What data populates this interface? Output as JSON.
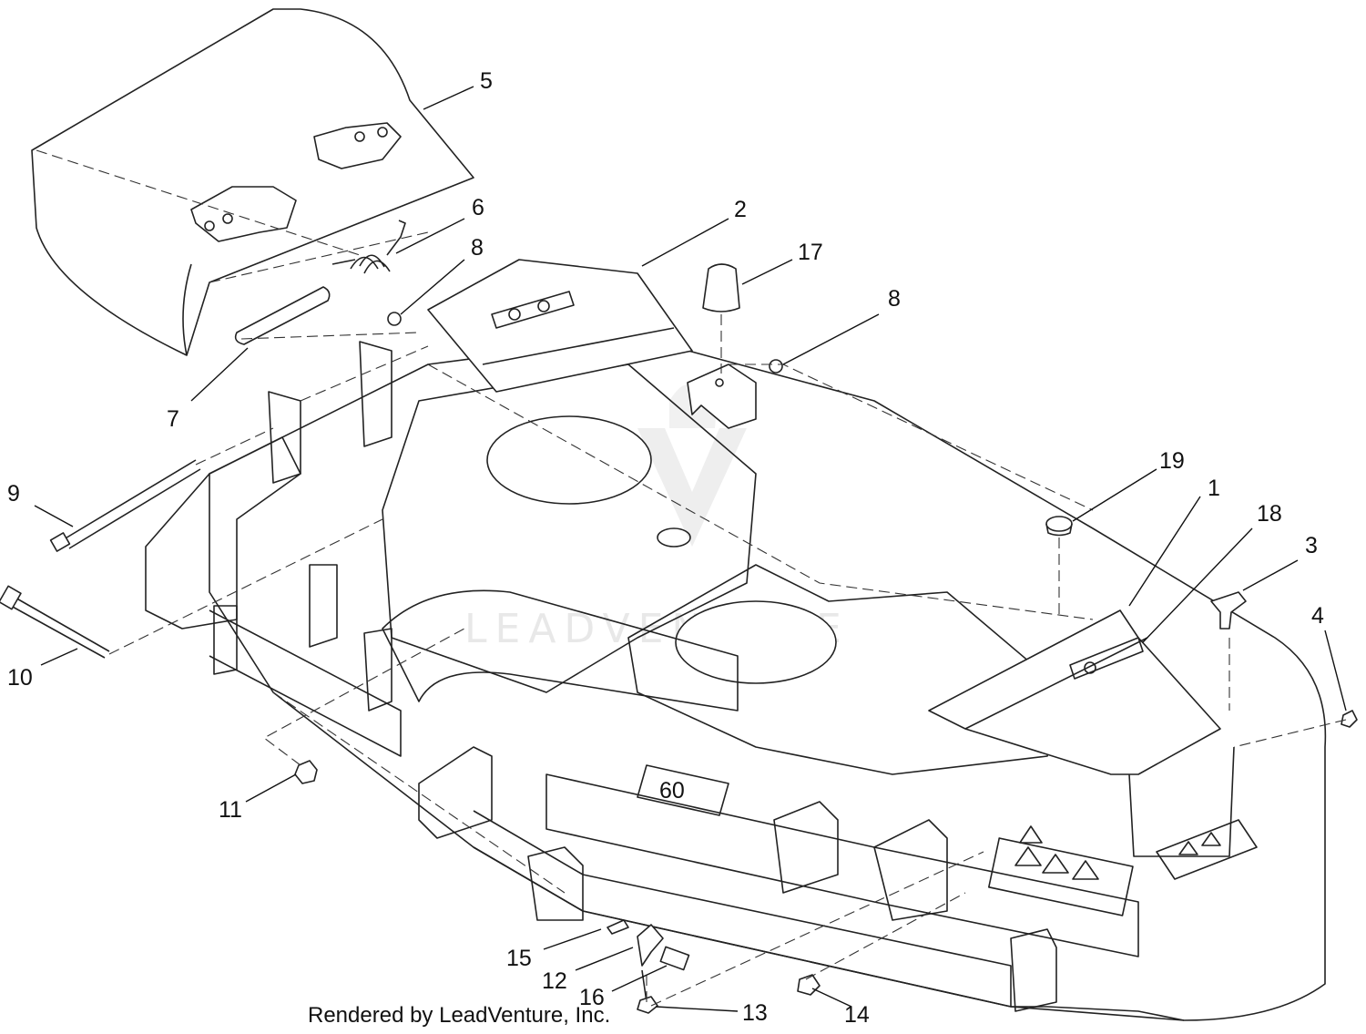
{
  "callouts": [
    {
      "num": "1"
    },
    {
      "num": "2"
    },
    {
      "num": "3"
    },
    {
      "num": "4"
    },
    {
      "num": "5"
    },
    {
      "num": "6"
    },
    {
      "num": "7"
    },
    {
      "num": "8"
    },
    {
      "num": "8"
    },
    {
      "num": "9"
    },
    {
      "num": "10"
    },
    {
      "num": "11"
    },
    {
      "num": "12"
    },
    {
      "num": "13"
    },
    {
      "num": "14"
    },
    {
      "num": "15"
    },
    {
      "num": "16"
    },
    {
      "num": "17"
    },
    {
      "num": "18"
    },
    {
      "num": "19"
    }
  ],
  "deck_size_label": "60",
  "watermark": "LEADVENTURE",
  "footer": "Rendered by LeadVenture, Inc.",
  "colors": {
    "line": "#222222",
    "background": "#ffffff",
    "watermark": "#d6d6d6"
  }
}
